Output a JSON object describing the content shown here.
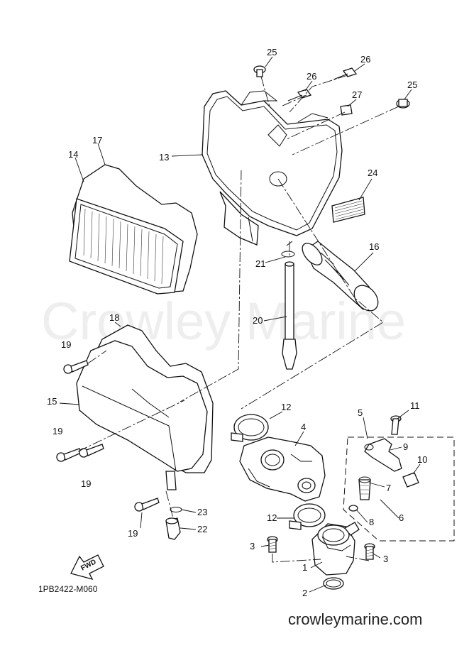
{
  "diagram": {
    "watermark": "Crowley Marine",
    "figure_code": "1PB2422-M060",
    "website": "crowleymarine.com",
    "fwd_label": "FWD",
    "callouts": {
      "c1": "1",
      "c2": "2",
      "c3a": "3",
      "c3b": "3",
      "c4": "4",
      "c5": "5",
      "c6": "6",
      "c7": "7",
      "c8": "8",
      "c9": "9",
      "c10": "10",
      "c11": "11",
      "c12a": "12",
      "c12b": "12",
      "c13": "13",
      "c14": "14",
      "c15": "15",
      "c16": "16",
      "c17": "17",
      "c18": "18",
      "c19a": "19",
      "c19b": "19",
      "c19c": "19",
      "c19d": "19",
      "c20": "20",
      "c21": "21",
      "c22": "22",
      "c23": "23",
      "c24": "24",
      "c25a": "25",
      "c25b": "25",
      "c26a": "26",
      "c26b": "26",
      "c27": "27"
    }
  }
}
